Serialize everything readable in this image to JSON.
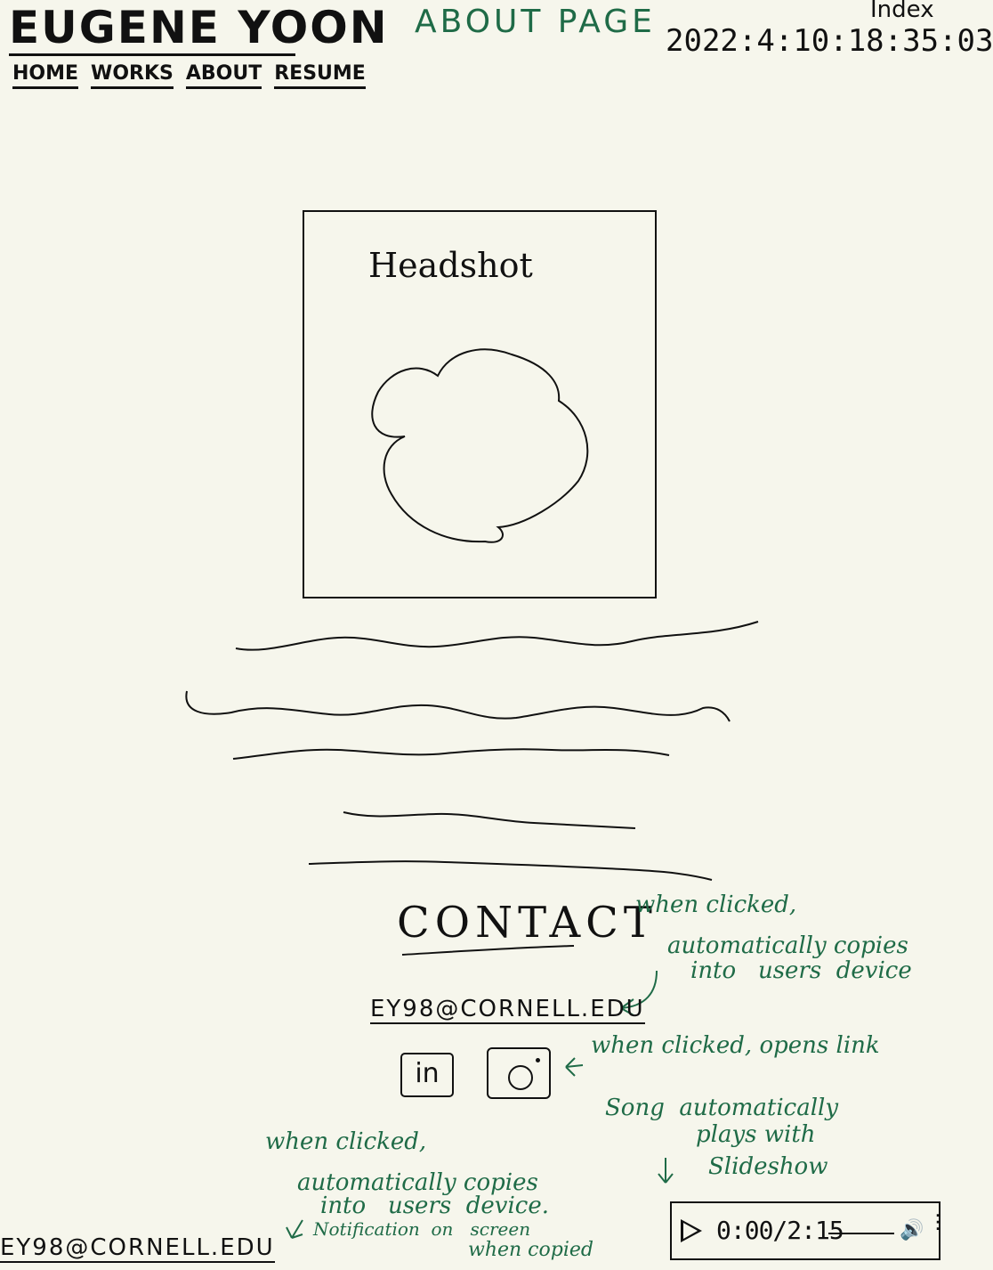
{
  "header": {
    "site_title": "EUGENE YOON",
    "page_label": "ABOUT PAGE",
    "index_label": "Index",
    "timestamp": "2022:4:10:18:35:03"
  },
  "nav": {
    "items": [
      "HOME",
      "WORKS",
      "ABOUT",
      "RESUME"
    ]
  },
  "headshot": {
    "label": "Headshot"
  },
  "contact": {
    "heading": "CONTACT",
    "email": "EY98@CORNELL.EDU",
    "linkedin_label": "in"
  },
  "footer": {
    "email": "EY98@CORNELL.EDU"
  },
  "audio": {
    "time": "0:00/2:15",
    "progress": 0
  },
  "annotations": {
    "email_note": [
      "when clicked,",
      "automatically copies",
      "into   users  device"
    ],
    "social_note": "when clicked, opens link",
    "footer_note": [
      "when clicked,",
      "automatically copies",
      "into   users  device.",
      "Notification  on   screen",
      "when copied"
    ],
    "song_note": [
      "Song  automatically",
      "plays  with",
      "Slideshow"
    ]
  },
  "colors": {
    "background": "#f6f6ec",
    "ink": "#111111",
    "annotation": "#1f6b47"
  }
}
